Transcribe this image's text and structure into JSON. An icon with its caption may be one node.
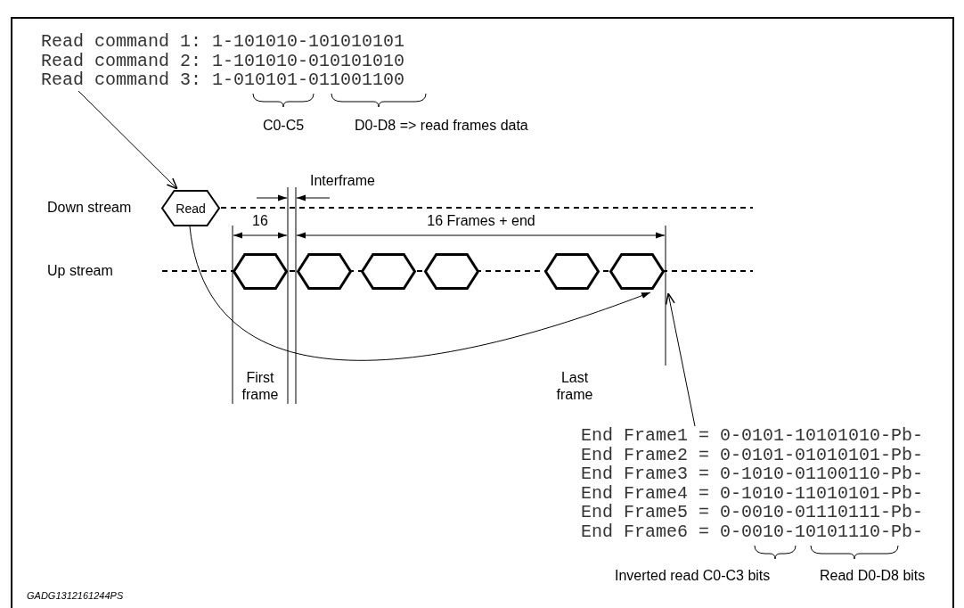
{
  "diagram": {
    "nodes": [
      {
        "text": [
          "Read command 1: 1-101010-101010101",
          "Read command 2: 1-101010-010101010",
          "Read command 3: 1-010101-011001100"
        ]
      },
      {
        "text": [
          "Read"
        ]
      },
      {
        "text": [],
        "shape": "hexagon"
      },
      {
        "text": [],
        "shape": "hexagon"
      },
      {
        "text": [],
        "shape": "hexagon"
      },
      {
        "text": [],
        "shape": "hexagon"
      },
      {
        "text": [],
        "shape": "hexagon"
      },
      {
        "text": [],
        "shape": "hexagon"
      },
      {
        "text": [
          "End Frame1 = 0-0101-10101010-Pb-",
          "End Frame2 = 0-0101-01010101-Pb-",
          "End Frame3 = 0-1010-01100110-Pb-",
          "End Frame4 = 0-1010-11010101-Pb-",
          "End Frame5 = 0-0010-01110111-Pb-",
          "End Frame6 = 0-0010-10101110-Pb-"
        ]
      }
    ],
    "edges": [
      {
        "from": 0,
        "to": 1,
        "arrow": "to"
      },
      {
        "from": 1,
        "to": 7,
        "arrow": "to"
      },
      {
        "from": 8,
        "to": 7,
        "arrow": "to"
      }
    ],
    "labels": [
      "C0-C5",
      "D0-D8 => read frames data",
      "Interframe",
      "16",
      "16 Frames + end",
      "Down stream",
      "Up stream",
      "First frame",
      "Last frame",
      "Inverted read C0-C3 bits",
      "Read D0-D8 bits",
      "GADG1312161244PS"
    ]
  }
}
